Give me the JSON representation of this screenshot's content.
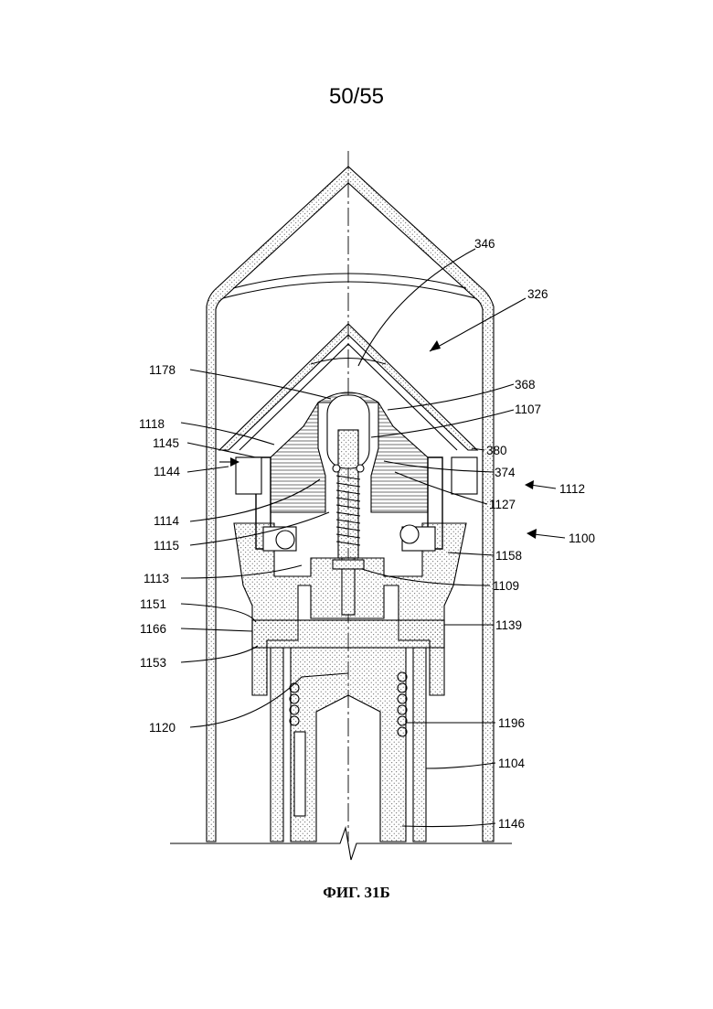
{
  "page": {
    "number": "50/55"
  },
  "figure": {
    "caption": "ФИГ. 31Б"
  },
  "labels": {
    "l346": "346",
    "l326": "326",
    "l1178": "1178",
    "l368": "368",
    "l1107": "1107",
    "l1118": "1118",
    "l1145": "1145",
    "l380": "380",
    "l1144": "1144",
    "l374": "374",
    "l1112": "1112",
    "l1127": "1127",
    "l1114": "1114",
    "l1100": "1100",
    "l1115": "1115",
    "l1158": "1158",
    "l1113": "1113",
    "l1109": "1109",
    "l1151": "1151",
    "l1139": "1139",
    "l1166": "1166",
    "l1153": "1153",
    "l1120": "1120",
    "l1196": "1196",
    "l1104": "1104",
    "l1146": "1146"
  }
}
